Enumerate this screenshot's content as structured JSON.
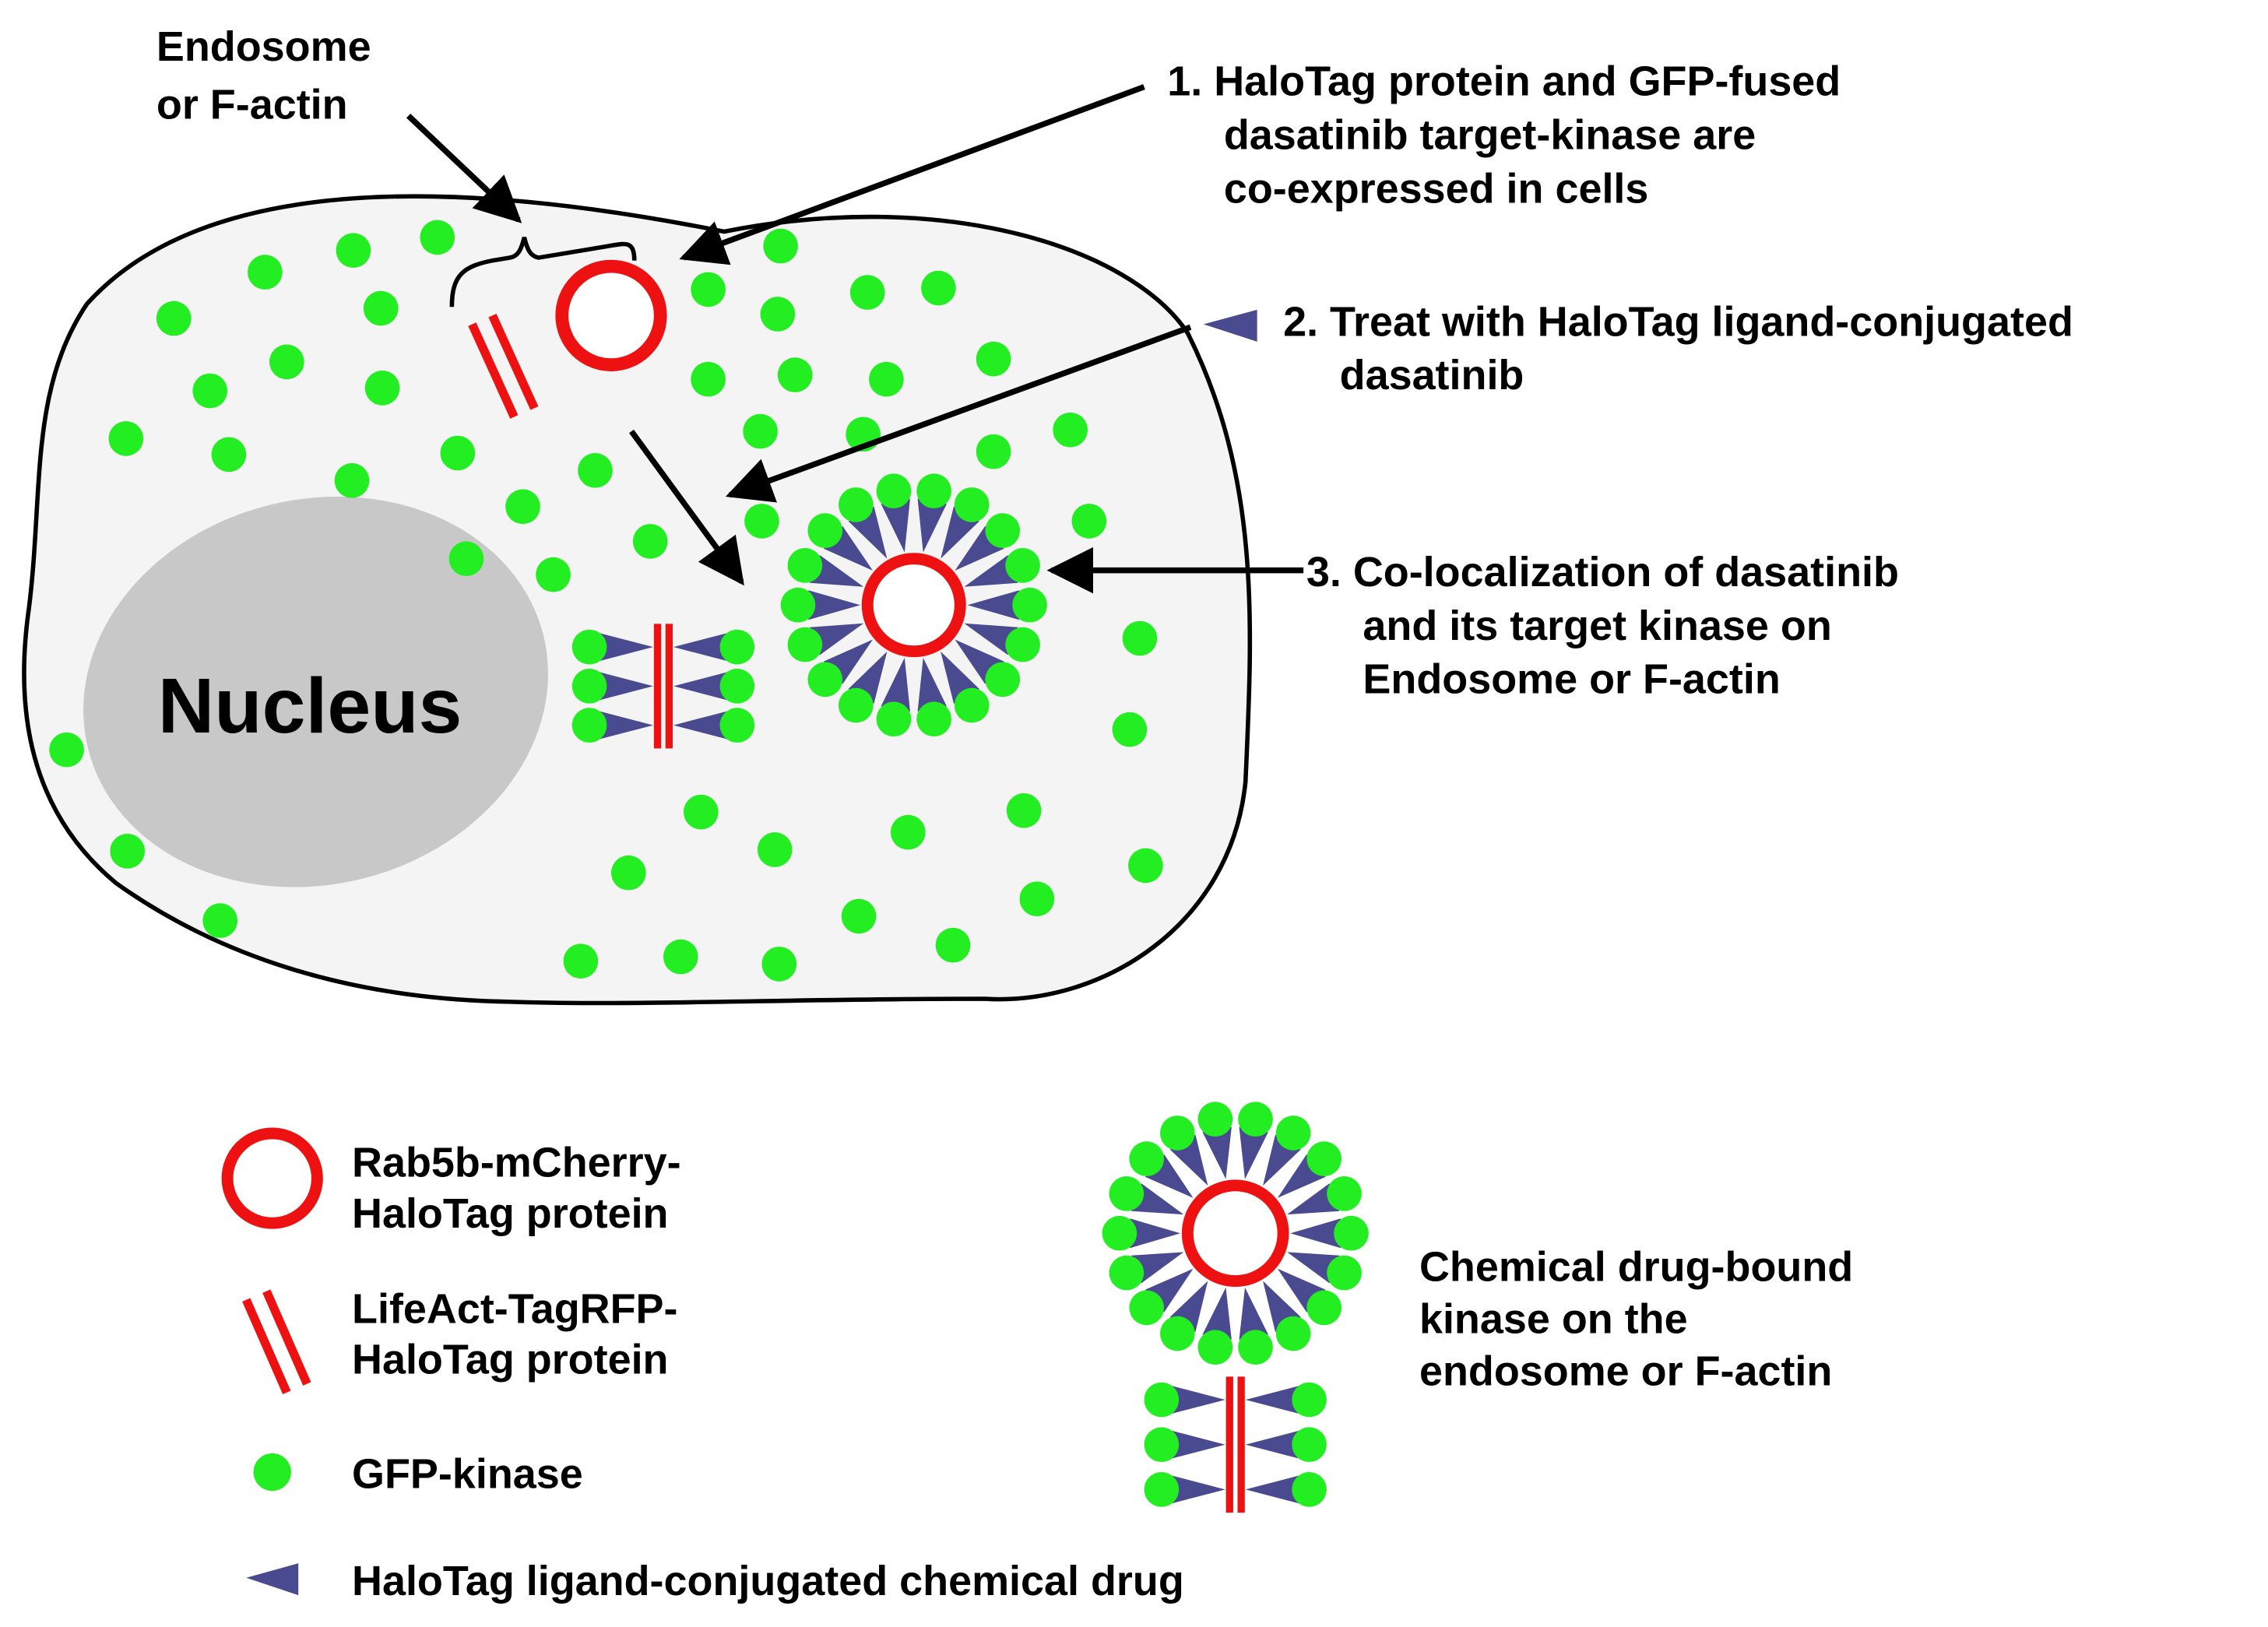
{
  "colors": {
    "gfp": "#22ee22",
    "mcherry_red": "#ee1111",
    "drug_blue": "#4a4a90",
    "drug_highlight": "#bcbcd6",
    "cell_fill": "#f4f4f4",
    "nucleus_fill": "#c8c8c8"
  },
  "labels": {
    "organelle_callout": [
      "Endosome",
      "or F-actin"
    ],
    "nucleus": "Nucleus"
  },
  "steps": [
    {
      "lines": [
        "1. HaloTag protein and GFP-fused",
        "dasatinib target-kinase are",
        "co-expressed in cells"
      ]
    },
    {
      "lines": [
        "2. Treat with HaloTag ligand-conjugated",
        "dasatinib"
      ]
    },
    {
      "lines": [
        "3. Co-localization of dasatinib",
        "and its target kinase on",
        "Endosome or F-actin"
      ]
    }
  ],
  "legend": {
    "rab5b": [
      "Rab5b-mCherry-",
      "HaloTag protein"
    ],
    "lifeact": [
      "LifeAct-TagRFP-",
      "HaloTag protein"
    ],
    "gfp_kinase": "GFP-kinase",
    "drug": "HaloTag ligand-conjugated chemical drug",
    "bound_complex": [
      "Chemical drug-bound",
      "kinase on the",
      "endosome or F-actin"
    ]
  },
  "icons": [
    "gfp-kinase-dot-icon",
    "endosome-ring-icon",
    "f-actin-double-bar-icon",
    "drug-triangle-icon",
    "bound-endosome-complex-icon",
    "bound-factin-complex-icon"
  ]
}
